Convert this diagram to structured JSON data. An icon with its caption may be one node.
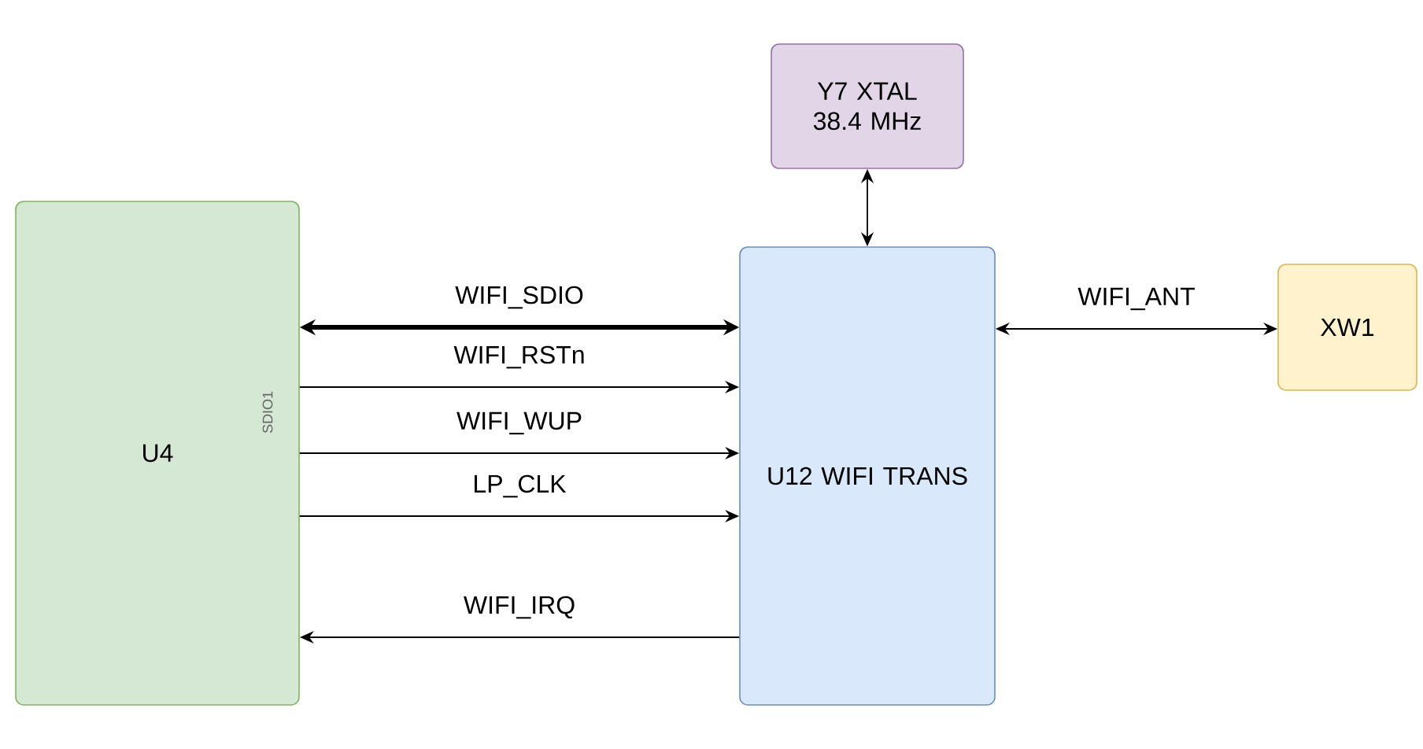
{
  "diagram": {
    "nodes": [
      {
        "text": [
          "U4",
          "SDIO1"
        ]
      },
      {
        "text": [
          "U12 WIFI TRANS"
        ]
      },
      {
        "text": [
          "Y7 XTAL 38.4 MHz"
        ]
      },
      {
        "text": [
          "XW1"
        ]
      }
    ],
    "edges": [
      {
        "from": 0,
        "to": 1,
        "arrow": "both",
        "label": "WIFI_SDIO",
        "style": "thick"
      },
      {
        "from": 0,
        "to": 1,
        "arrow": "to",
        "label": "WIFI_RSTn"
      },
      {
        "from": 0,
        "to": 1,
        "arrow": "to",
        "label": "WIFI_WUP"
      },
      {
        "from": 0,
        "to": 1,
        "arrow": "to",
        "label": "LP_CLK"
      },
      {
        "from": 1,
        "to": 0,
        "arrow": "to",
        "label": "WIFI_IRQ"
      },
      {
        "from": 2,
        "to": 1,
        "arrow": "both"
      },
      {
        "from": 1,
        "to": 3,
        "arrow": "both",
        "label": "WIFI_ANT"
      }
    ]
  }
}
